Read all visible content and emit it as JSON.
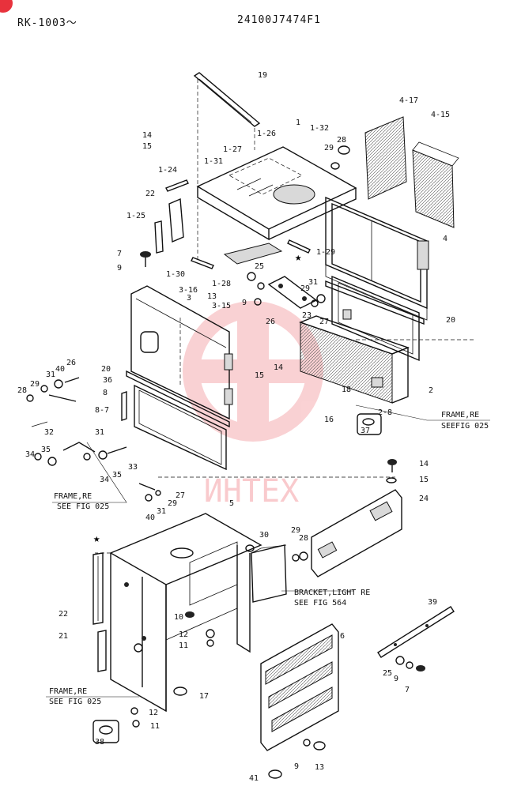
{
  "header": {
    "model_range": "RK-1003～",
    "part_number": "24100J7474F1"
  },
  "watermark": {
    "text": "ИНТЕХ",
    "color": "#e8323c"
  },
  "refs": [
    {
      "id": "frame-ref-1",
      "title": "FRAME,RE",
      "see": "SEEFIG 025"
    },
    {
      "id": "frame-ref-2",
      "title": "FRAME,RE",
      "see": "SEE FIG 025"
    },
    {
      "id": "bracket-ref",
      "title": "BRACKET,LIGHT RE",
      "see": "SEE FIG 564"
    },
    {
      "id": "frame-ref-3",
      "title": "FRAME,RE",
      "see": "SEE FIG 025"
    }
  ],
  "callouts": [
    "19",
    "4-17",
    "4-15",
    "1",
    "1-32",
    "1-26",
    "1-27",
    "14",
    "15",
    "1-31",
    "1-24",
    "29",
    "28",
    "22",
    "1-25",
    "4",
    "7",
    "9",
    "1-30",
    "1-28",
    "1-29",
    "13",
    "25",
    "9",
    "31",
    "29",
    "20",
    "3-16",
    "3",
    "3-15",
    "26",
    "23",
    "27",
    "15",
    "14",
    "20",
    "36",
    "8",
    "8-7",
    "28",
    "29",
    "40",
    "31",
    "26",
    "2",
    "18",
    "16",
    "2-8",
    "37",
    "32",
    "31",
    "34",
    "35",
    "33",
    "34",
    "35",
    "40",
    "31",
    "29",
    "27",
    "14",
    "15",
    "24",
    "5",
    "30",
    "29",
    "28",
    "39",
    "22",
    "10",
    "12",
    "11",
    "21",
    "6",
    "25",
    "9",
    "7",
    "17",
    "12",
    "11",
    "38",
    "41",
    "9",
    "13"
  ]
}
